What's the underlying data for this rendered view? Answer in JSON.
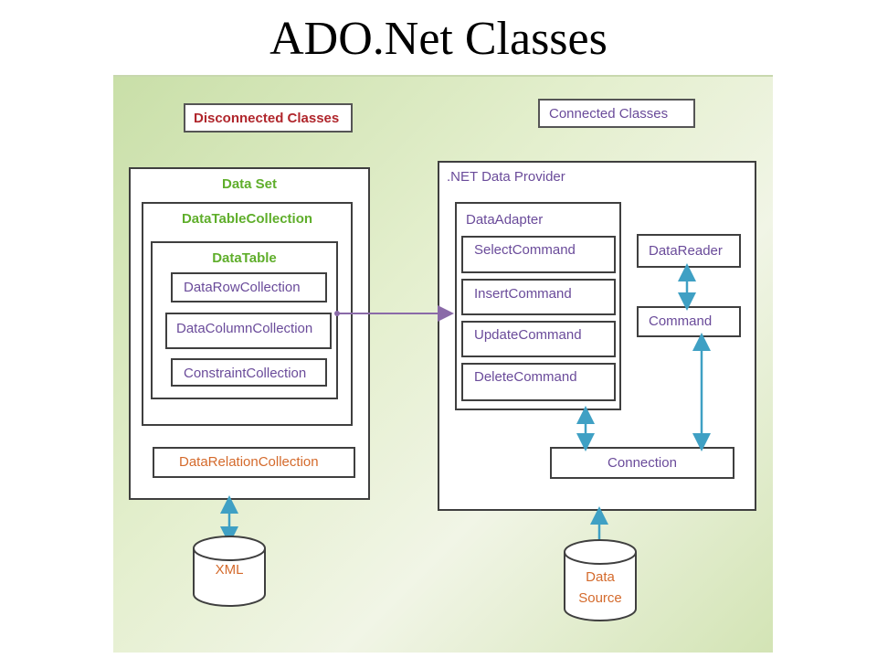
{
  "slide": {
    "title": "ADO.Net Classes"
  },
  "diagram": {
    "disconnected_label": "Disconnected Classes",
    "connected_label": "Connected Classes",
    "dataset": {
      "title": "Data Set",
      "table_collection": "DataTableCollection",
      "data_table": "DataTable",
      "row_collection": "DataRowCollection",
      "column_collection": "DataColumnCollection",
      "constraint_collection": "ConstraintCollection",
      "relation_collection": "DataRelationCollection"
    },
    "provider": {
      "title": ".NET Data Provider",
      "adapter": "DataAdapter",
      "select_command": "SelectCommand",
      "insert_command": "InsertCommand",
      "update_command": "UpdateCommand",
      "delete_command": "DeleteCommand",
      "data_reader": "DataReader",
      "command": "Command",
      "connection": "Connection"
    },
    "xml_store": "XML",
    "data_source_line1": "Data",
    "data_source_line2": "Source",
    "colors": {
      "green_text": "#5fae2b",
      "purple_text": "#6a4b9a",
      "red_text": "#b0262c",
      "orange_text": "#d46a2c",
      "teal_arrow": "#3fa0c4",
      "purple_arrow": "#8a6aa8"
    }
  }
}
